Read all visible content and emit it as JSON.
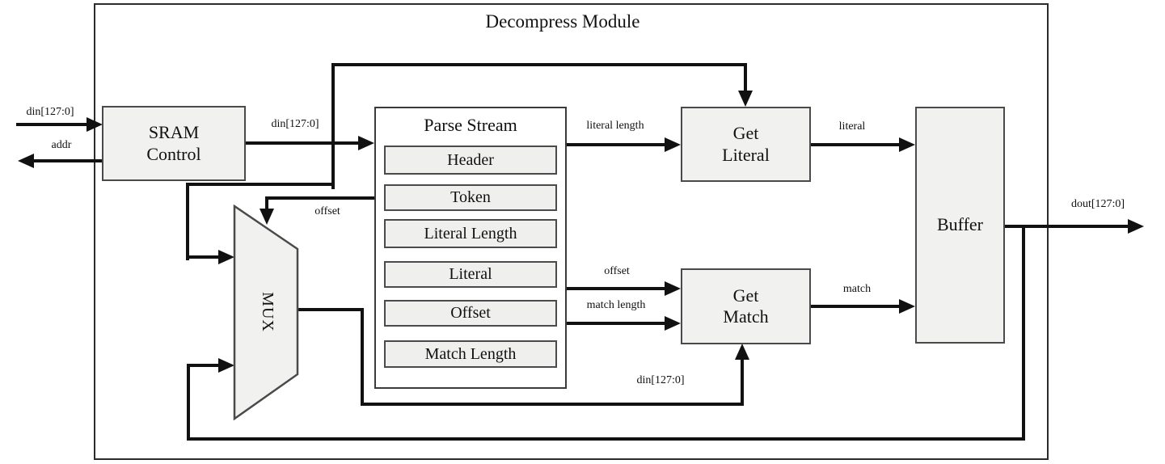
{
  "diagram": {
    "title": "Decompress Module",
    "blocks": {
      "sram_control": {
        "line1": "SRAM",
        "line2": "Control"
      },
      "parse_stream": {
        "title": "Parse Stream",
        "rows": [
          "Header",
          "Token",
          "Literal Length",
          "Literal",
          "Offset",
          "Match Length"
        ]
      },
      "mux": {
        "label": "MUX"
      },
      "get_literal": {
        "line1": "Get",
        "line2": "Literal"
      },
      "get_match": {
        "line1": "Get",
        "line2": "Match"
      },
      "buffer": {
        "label": "Buffer"
      }
    },
    "signals": {
      "din_in": "din[127:0]",
      "addr": "addr",
      "din_sram": "din[127:0]",
      "offset_mux": "offset",
      "literal_length": "literal length",
      "literal": "literal",
      "offset_match": "offset",
      "match_length": "match length",
      "din_match": "din[127:0]",
      "match": "match",
      "dout": "dout[127:0]"
    },
    "colors": {
      "wire": "#111111",
      "block_fill": "#f1f1f0",
      "block_border": "#4a4a4a",
      "frame_border": "#2b2b2b"
    }
  }
}
